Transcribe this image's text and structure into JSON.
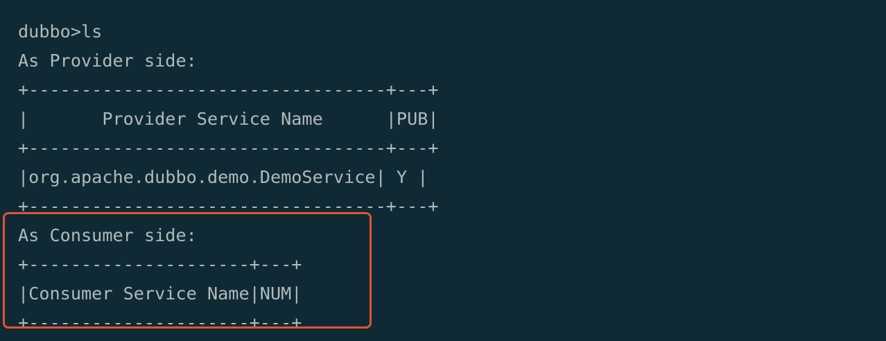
{
  "terminal": {
    "lines": [
      "dubbo>ls",
      "As Provider side:",
      "+----------------------------------+---+",
      "|       Provider Service Name      |PUB|",
      "+----------------------------------+---+",
      "|org.apache.dubbo.demo.DemoService| Y |",
      "+----------------------------------+---+",
      "As Consumer side:",
      "+---------------------+---+",
      "|Consumer Service Name|NUM|",
      "+---------------------+---+"
    ]
  },
  "colors": {
    "background": "#0f2a35",
    "text": "#b2bab8",
    "highlight": "#e4532f"
  }
}
